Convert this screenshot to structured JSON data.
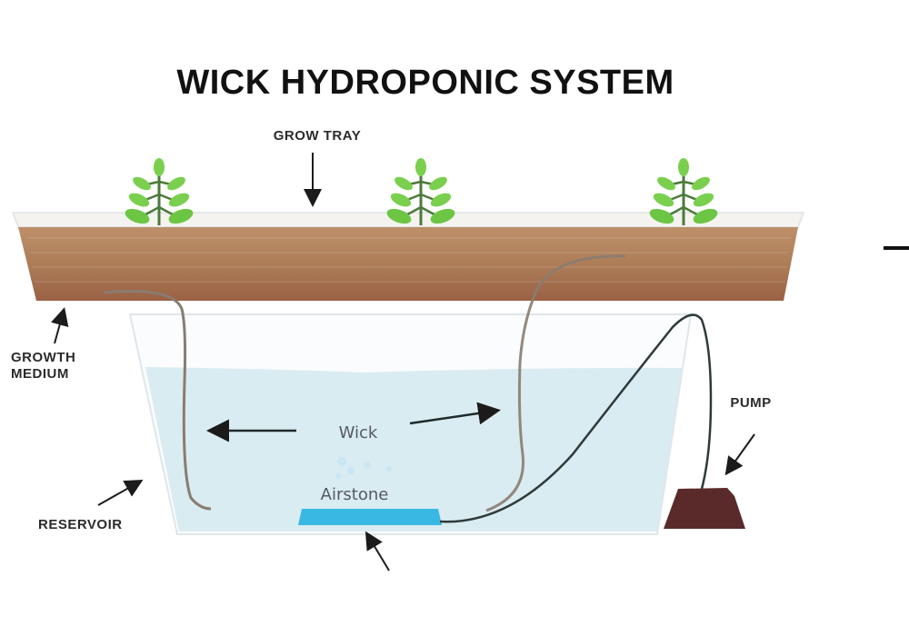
{
  "title": "WICK HYDROPONIC SYSTEM",
  "labels": {
    "grow_tray": "GROW TRAY",
    "growth_medium_line1": "GROWTH",
    "growth_medium_line2": "MEDIUM",
    "reservoir": "RESERVOIR",
    "pump": "PUMP",
    "wick": "Wick",
    "airstone": "Airstone"
  },
  "colors": {
    "soil_top": "#b98a62",
    "soil_bottom": "#9a6447",
    "water": "#d9ecf1",
    "airstone": "#39b8e3",
    "plant": "#6cc644",
    "pump": "#5a2a2a",
    "wick": "#8a7c70",
    "tube": "#2f3a3a"
  },
  "plants": [
    "plant-left",
    "plant-center",
    "plant-right"
  ]
}
